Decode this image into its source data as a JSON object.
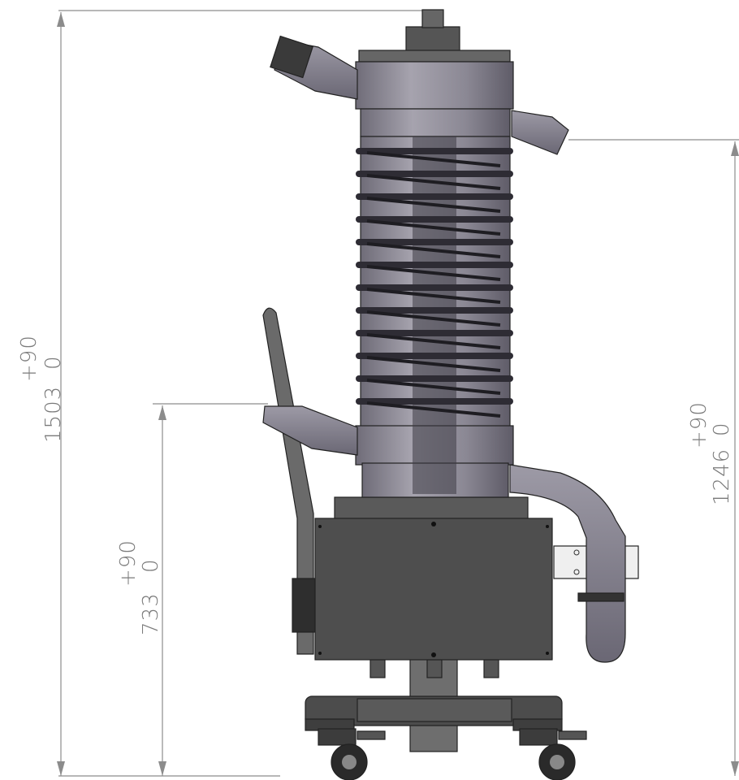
{
  "dimensions": [
    {
      "name": "total-height",
      "value": "1503",
      "tol_upper": "+90",
      "tol_lower": "0"
    },
    {
      "name": "inlet-height",
      "value": "733",
      "tol_upper": "+90",
      "tol_lower": "0"
    },
    {
      "name": "outlet-height",
      "value": "1246",
      "tol_upper": "+90",
      "tol_lower": "0"
    }
  ],
  "colors": {
    "body": "#4e4e4e",
    "column": "#8d8a96",
    "dim": "#8c8c8c",
    "panel": "#efefef"
  }
}
